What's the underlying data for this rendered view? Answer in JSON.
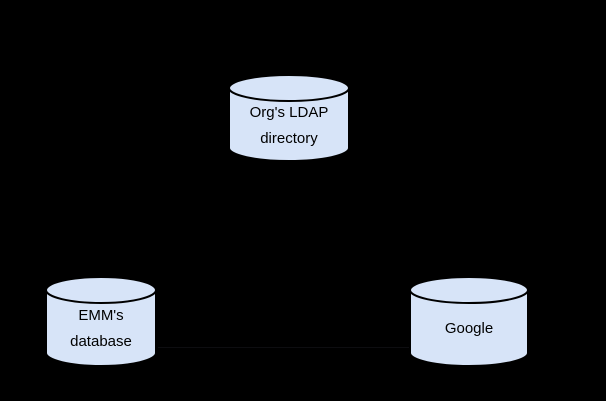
{
  "diagram": {
    "type": "database-topology-diagram",
    "background_color": "#000000",
    "colors": {
      "node_fill": "#d7e4f8",
      "node_stroke": "#000000",
      "label_text": "#000000",
      "faint_connector": "#0d0d10"
    },
    "nodes": [
      {
        "id": "ldap",
        "shape": "database-cylinder",
        "label": "Org's LDAP\ndirectory"
      },
      {
        "id": "emm",
        "shape": "database-cylinder",
        "label": "EMM's\ndatabase"
      },
      {
        "id": "google",
        "shape": "database-cylinder",
        "label": "Google"
      }
    ],
    "edges": [
      {
        "from": "emm",
        "to": "google",
        "style": "faint-line"
      }
    ]
  }
}
